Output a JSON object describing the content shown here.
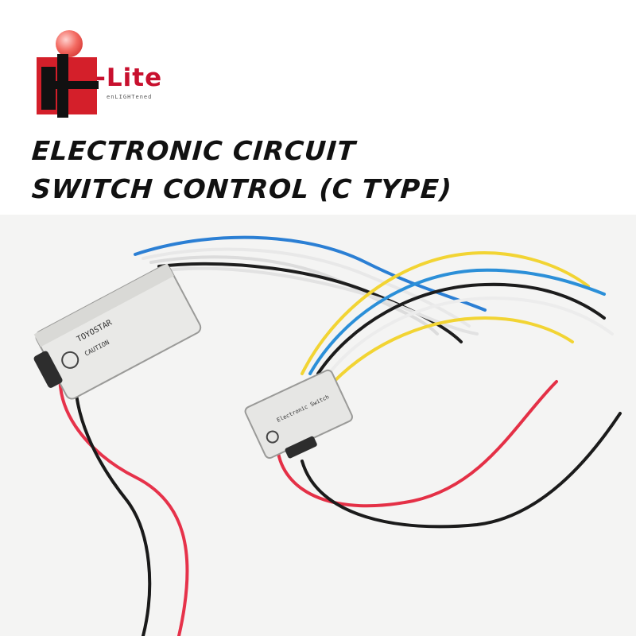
{
  "brand": {
    "wordmark": "-Lite",
    "tagline": "enLIGHTened",
    "colors": {
      "red": "#d41f2a",
      "black": "#111111"
    }
  },
  "title": {
    "line1": "ELECTRONIC CIRCUIT",
    "line2": "SWITCH CONTROL (C TYPE)"
  },
  "photo": {
    "module_large_labels": [
      "TOYOSTAR",
      "CAUTION"
    ],
    "module_small_labels": [
      "Electronic Switch"
    ]
  }
}
